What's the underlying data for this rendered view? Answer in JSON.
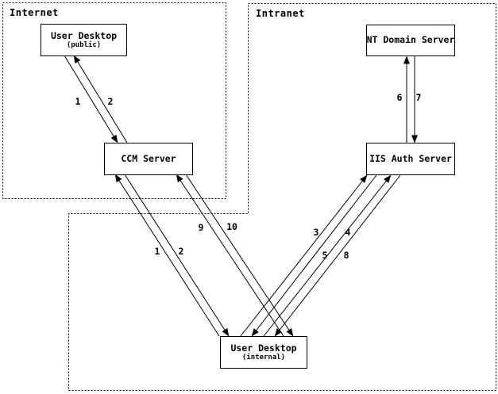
{
  "zones": {
    "internet": {
      "label": "Internet"
    },
    "intranet": {
      "label": "Intranet"
    }
  },
  "nodes": {
    "user_desktop_public": {
      "title": "User Desktop",
      "subtitle": "(public)"
    },
    "ccm_server": {
      "title": "CCM Server"
    },
    "nt_domain_server": {
      "title": "NT Domain Server"
    },
    "iis_auth_server": {
      "title": "IIS Auth Server"
    },
    "user_desktop_internal": {
      "title": "User Desktop",
      "subtitle": "(internal)"
    }
  },
  "flow_labels": {
    "public_1": "1",
    "public_2": "2",
    "internal_1": "1",
    "internal_2": "2",
    "step_3": "3",
    "step_4": "4",
    "step_5": "5",
    "step_6": "6",
    "step_7": "7",
    "step_8": "8",
    "step_9": "9",
    "step_10": "10"
  },
  "colors": {
    "line": "#000000",
    "background": "#ffffff"
  }
}
